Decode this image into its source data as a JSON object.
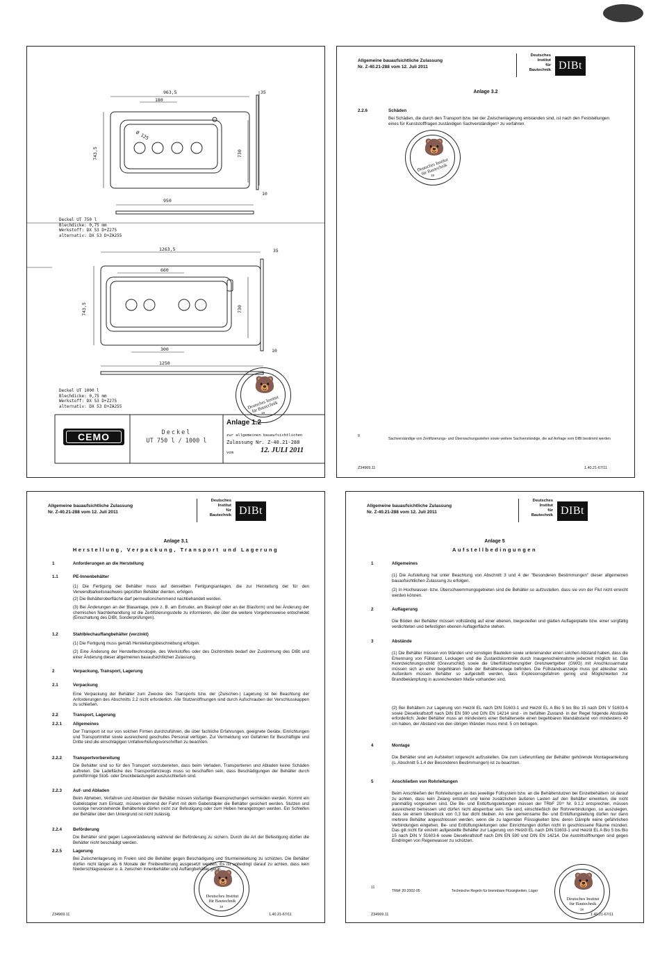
{
  "page1": {
    "dim_top": {
      "width": "963,5",
      "inner": "180",
      "side": "35",
      "height": "743,5",
      "inner_height": "730",
      "bottom_width": "950",
      "bottom_side": "10",
      "dia": "Ø 125"
    },
    "spec1": [
      "Deckel UT 750 l",
      "Blechdicke: 0,75 mm",
      "Werkstoff:  DX 53 D+Z275",
      "alternativ: DX 53 D+ZA255"
    ],
    "dim_bot": {
      "width": "1263,5",
      "side": "35",
      "inner": "660",
      "height": "743,5",
      "inner_height": "730",
      "inner_bottom": "300",
      "bottom_side": "10",
      "bottom_width": "1250"
    },
    "spec2": [
      "Deckel UT 1000 l",
      "Blechdicke: 0,75 mm",
      "Werkstoff:  DX 53 D+Z275",
      "alternativ: DX 53 D+ZA255"
    ],
    "brand": "CEMO",
    "title_block": {
      "name": "Deckel",
      "models": "UT 750 l / 1000 l",
      "anlage": "Anlage 1.2",
      "line1": "zur allgemeinen bauaufsichtlichen",
      "line2": "Zulassung Nr. Z-40.21-288",
      "line3_label": "vom",
      "date": "12. JULI 2011"
    },
    "seal": {
      "line1": "Deutsches Institut",
      "line2": "für Bautechnik",
      "num": "18"
    }
  },
  "page2": {
    "header": [
      "Allgemeine bauaufsichtliche Zulassung",
      "Nr. Z-40.21-288 vom 12. Juli 2011"
    ],
    "logo": {
      "inst": [
        "Deutsches",
        "Institut",
        "für",
        "Bautechnik"
      ],
      "mark": "DIBt"
    },
    "anlage": "Anlage 3.2",
    "sec_num": "2.2.6",
    "sec_title": "Schäden",
    "body": "Bei Schäden, die durch den Transport bzw. bei der Zwischenlagerung entstanden sind, ist nach den Feststellungen eines für Kunststofffragen zuständigen Sachverständigen⁹ zu verfahren.",
    "footnote_mark": "9",
    "footnote": "Sachverständige von Zertifizierungs- und Überwachungsstellen sowie weitere Sachverständige, die auf Anfrage vom DIBt bestimmt werden",
    "foot_left": "Z34969.11",
    "foot_right": "1.40.21-67/11",
    "seal": {
      "line1": "Deutsches Institut",
      "line2": "für Bautechnik",
      "num": "18"
    }
  },
  "page3": {
    "header": [
      "Allgemeine bauaufsichtliche Zulassung",
      "Nr. Z-40.21-288 vom 12. Juli 2011"
    ],
    "logo": {
      "inst": [
        "Deutsches",
        "Institut",
        "für",
        "Bautechnik"
      ],
      "mark": "DIBt"
    },
    "anlage": "Anlage 3.1",
    "title": "Herstellung, Verpackung, Transport und Lagerung",
    "s1_num": "1",
    "s1": "Anforderungen an die Herstellung",
    "s11_num": "1.1",
    "s11": "PE-Innenbehälter",
    "s11_t1": "(1) Die Fertigung der Behälter muss auf denselben Fertigungsanlagen, die zur Herstellung der für den Verwendbarkeitsnachweis geprüften Behälter dienten, erfolgen.",
    "s11_t2": "(2) Die Behälteroberfläche darf permeationshemmend nachbehandelt werden.",
    "s11_t3": "(3) Bei Änderungen an der Blasanlage, (wie z. B. am Extruder, am Blaskopf oder an der Blasform) und bei Änderung der chemischen Nachbehandlung ist die Zertifizierungsstelle zu informieren, die über die weitere Vorgehensweise entscheidet (Einschaltung des DIBt, Sonderprüfungen).",
    "s12_num": "1.2",
    "s12": "Stahlblechauffangbehälter (verzinkt)",
    "s12_t1": "(1) Die Fertigung muss gemäß Herstellungsbeschreibung erfolgen.",
    "s12_t2": "(2) Eine Änderung der Herstelltechnologie, des Werkstoffes oder des Dichtmittels bedarf der Zustimmung des DIBt und einer Änderung dieser allgemeinen bauaufsichtlichen Zulassung.",
    "s2_num": "2",
    "s2": "Verpackung, Transport, Lagerung",
    "s21_num": "2.1",
    "s21": "Verpackung",
    "s21_t": "Eine Verpackung der Behälter zum Zwecke des Transports bzw. der (Zwischen-) Lagerung ist bei Beachtung der Anforderungen des Abschnitts 2.2 nicht erforderlich. Alle Stutzenöffnungen sind durch Aufschrauben der Verschlusskappen zu schließen.",
    "s22_num": "2.2",
    "s22": "Transport, Lagerung",
    "s221_num": "2.2.1",
    "s221": "Allgemeines",
    "s221_t": "Der Transport ist nur von solchen Firmen durchzuführen, die über fachliche Erfahrungen, geeignete Geräte, Einrichtungen und Transportmittel sowie ausreichend geschultes Personal verfügen. Zur Vermeidung von Gefahren für Beschäftigte und Dritte sind die einschlägigen Unfallverhütungsvorschriften zu beachten.",
    "s222_num": "2.2.2",
    "s222": "Transportvorbereitung",
    "s222_t": "Die Behälter sind so für den Transport vorzubereiten, dass beim Verladen, Transportieren und Abladen keine Schäden auftreten. Die Ladefläche des Transportfahrzeugs muss so beschaffen sein, dass Beschädigungen der Behälter durch punktförmige Stoß- oder Druckbelastungen auszuschließen sind.",
    "s223_num": "2.2.3",
    "s223": "Auf- und Abladen",
    "s223_t": "Beim Abheben, Verfahren und Absetzen der Behälter müssen stoßartige Beanspruchungen vermieden werden. Kommt ein Gabelstapler zum Einsatz, müssen während der Fahrt mit dem Gabelstapler die Behälter gesichert werden. Stutzen und sonstige hervorstehende Behälterteile dürfen nicht zur Befestigung oder zum Heben herangezogen werden. Ein Schleifen der Behälter über den Untergrund ist nicht zulässig.",
    "s224_num": "2.2.4",
    "s224": "Beförderung",
    "s224_t": "Die Behälter sind gegen Lageveränderung während der Beförderung zu sichern. Durch die Art der Befestigung dürfen die Behälter nicht beschädigt werden.",
    "s225_num": "2.2.5",
    "s225": "Lagerung",
    "s225_t": "Bei Zwischenlagerung im Freien sind die Behälter gegen Beschädigung und Sturmeinwirkung zu schützen. Die Behälter dürfen nicht länger als 6 Monate der Freibewitterung ausgesetzt werden. Es ist unbedingt darauf zu achten, dass kein Niederschlagswasser o. ä. zwischen Innenbehälter und Auffangbehälter gerät.",
    "foot_left": "Z34969.11",
    "foot_right": "1.40.21-67/11",
    "seal": {
      "line1": "Deutsches Institut",
      "line2": "für Bautechnik",
      "num": "18"
    }
  },
  "page4": {
    "header": [
      "Allgemeine bauaufsichtliche Zulassung",
      "Nr. Z-40.21-288 vom 12. Juli 2011"
    ],
    "logo": {
      "inst": [
        "Deutsches",
        "Institut",
        "für",
        "Bautechnik"
      ],
      "mark": "DIBt"
    },
    "anlage": "Anlage 5",
    "title": "Aufstellbedingungen",
    "s1_num": "1",
    "s1": "Allgemeines",
    "s1_t1": "(1) Die Aufstellung hat unter Beachtung von Abschnitt 3 und 4 der \"Besonderen Bestimmungen\" dieser allgemeinen bauaufsichtlichen Zulassung zu erfolgen.",
    "s1_t2": "(2) In Hochwasser- bzw. Überschwemmungsgebieten sind die Behälter so aufzustellen, dass sie von der Flut nicht erreicht werden können.",
    "s2_num": "2",
    "s2": "Auflagerung",
    "s2_t": "Die Böden der Behälter müssen vollständig auf einer ebenen, biegesteifen und glatten Auflagerplatte bzw. einer sorgfältig verdichteten und befestigten ebenen Auflagerfläche stehen.",
    "s3_num": "3",
    "s3": "Abstände",
    "s3_t1": "(1) Die Behälter müssen von Wänden und sonstigen Bauteilen sowie untereinander einen solchen Abstand haben, dass die Erkennung von Füllstand, Leckagen und die Zustandskontrolle durch Inaugenscheinnahme jederzeit möglich ist. Das Kennzeichnungsschild (Gravurschild) sowie die Überfüllsicherung/der Grenzwertgeber (GWG) mit Anschlussarmatur müssen sich an einer begehbaren Seite der Behälteranlage befinden. Die Füllstandsanzeige muss gut ablesbar sein. Außerdem müssen Behälter so aufgestellt werden, dass Explosionsgefahren gering und Möglichkeiten zur Brandbekämpfung in ausreichendem Maße vorhanden sind.",
    "s3_t2": "(2) Bei Behältern zur Lagerung von Heizöl EL nach DIN 51603-1 und Heizöl EL A Bio 5 bis Bio 15 nach DIN V 51603-6 sowie Dieselkraftstoff nach DIN EN 590 und DIN EN 14214 sind - im befüllten Zustand- in der Regel folgende Abstände erforderlich: Jeder Behälter muss an mindestens einer Behälterseite einen begehbaren Wandabstand von mindestens 40 cm haben, der Abstand von den übrigen Wänden muss mind. 5 cm betragen.",
    "s4_num": "4",
    "s4": "Montage",
    "s4_t": "Die Behälter sind am Aufstellort lotgerecht aufzustellen. Die zum Lieferumfang der Behälter gehörende Montageanleitung (s. Abschnitt 5.1.4 der Besonderen Bestimmungen) ist zu beachten.",
    "s5_num": "5",
    "s5": "Anschließen von Rohrleitungen",
    "s5_t": "Beim Anschließen der Rohrleitungen an das jeweilige Füllsystem bzw. an die Behälterstutzen bei Einzelbehältern ist darauf zu achten, dass kein Zwang entsteht und keine zusätzlichen äußeren Lasten auf den Behälter einwirken, die nicht planmäßig vorgesehen sind. Die Be- und Entlüftungsleitungen müssen der TRbF 20¹¹ Nr. 9.1.2 entsprechen, müssen ausreichend bemessen und dürfen nicht absperrbar sein. Sie sind, einschließlich der Rohrverbindungen, so auszulegen, dass sie einem Überdruck von 0,3 bar dicht bleiben. An eine gemeinsame Be- und Entlüftungsleitung dürfen nur dann mehrere Behälter angeschlossen werden, wenn die zu lagernden Flüssigkeiten bzw. deren Dämpfe keine gefährlichen Verbindungen eingehen. Be- und Entlüftungsleitungen oder Einrichtungen dürfen nicht in geschlossene Räume münden. Das gilt nicht für einzeln aufgestellte Behälter zur Lagerung von Heizöl EL nach DIN 51603-1 und Heizöl EL A Bio 5 bis Bio 15 nach DIN V 51603-6 sowie Dieselkraftstoff nach DIN EN 590 und DIN EN 14214. Die Austrittsöffnungen sind gegen Eindringen von Regenwasser zu schützen.",
    "footnote_mark": "11",
    "footnote_a": "TRbF 20:2002-05",
    "footnote_b": "Technische Regeln für brennbare Flüssigkeiten, Läger",
    "foot_left": "Z34969.11",
    "foot_right": "1.40.21-67/11",
    "seal": {
      "line1": "Deutsches Institut",
      "line2": "für Bautechnik",
      "num": "18"
    }
  }
}
